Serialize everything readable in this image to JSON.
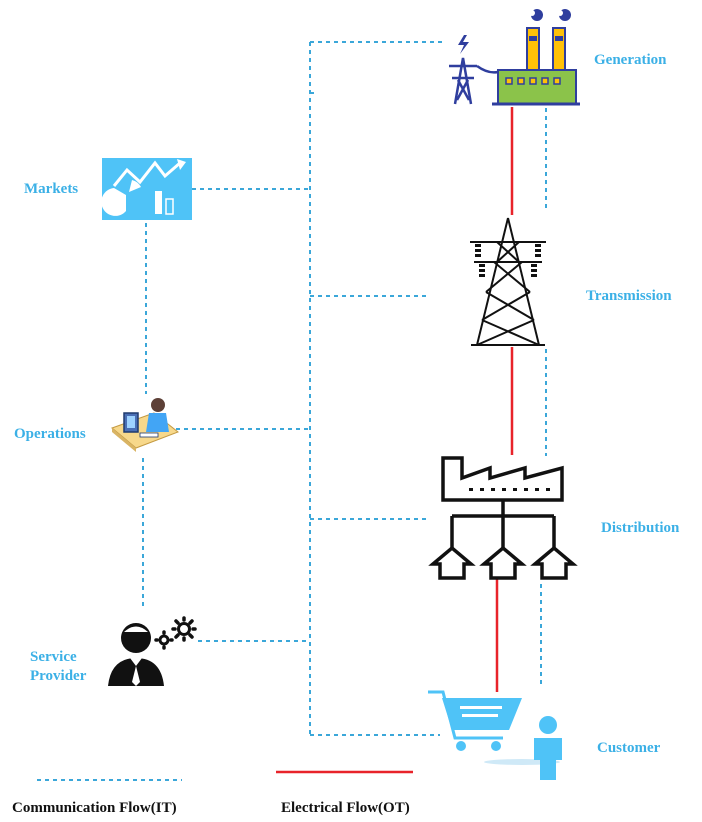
{
  "colors": {
    "communication": "#3ba7d9",
    "electrical": "#e8232a",
    "label": "#3bb0e6",
    "icon_blue": "#4fc3f7",
    "icon_dark": "#2f3e9e"
  },
  "nodes": {
    "markets": "Markets",
    "operations": "Operations",
    "service_provider_line1": "Service",
    "service_provider_line2": "Provider",
    "generation": "Generation",
    "transmission": "Transmission",
    "distribution": "Distribution",
    "customer": "Customer"
  },
  "legend": {
    "communication": "Communication Flow(IT)",
    "electrical": "Electrical Flow(OT)"
  }
}
